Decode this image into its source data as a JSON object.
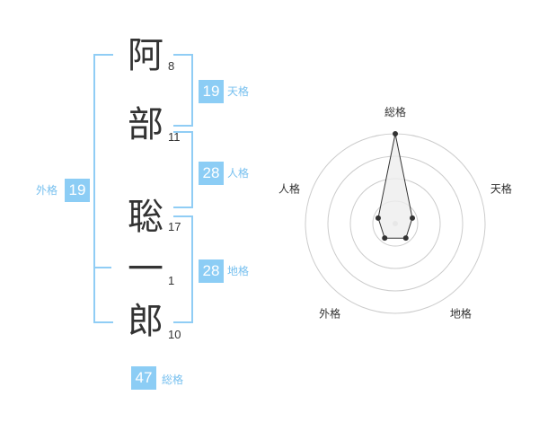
{
  "name": {
    "chars": [
      {
        "char": "阿",
        "strokes": "8"
      },
      {
        "char": "部",
        "strokes": "11"
      },
      {
        "char": "聡",
        "strokes": "17"
      },
      {
        "char": "一",
        "strokes": "1"
      },
      {
        "char": "郎",
        "strokes": "10"
      }
    ]
  },
  "kakusu": {
    "tenkaku": {
      "label": "天格",
      "value": "19"
    },
    "jinkaku": {
      "label": "人格",
      "value": "28"
    },
    "chikaku": {
      "label": "地格",
      "value": "28"
    },
    "gaikaku": {
      "label": "外格",
      "value": "19"
    },
    "soukaku": {
      "label": "総格",
      "value": "47"
    }
  },
  "chart_data": {
    "type": "radar",
    "axes": [
      "総格",
      "天格",
      "地格",
      "外格",
      "人格"
    ],
    "values": [
      5,
      1,
      1,
      1,
      1
    ],
    "max": 5,
    "rings": 4,
    "colors": {
      "line": "#333333",
      "fill": "#eeeeee",
      "ring": "#cccccc"
    }
  }
}
